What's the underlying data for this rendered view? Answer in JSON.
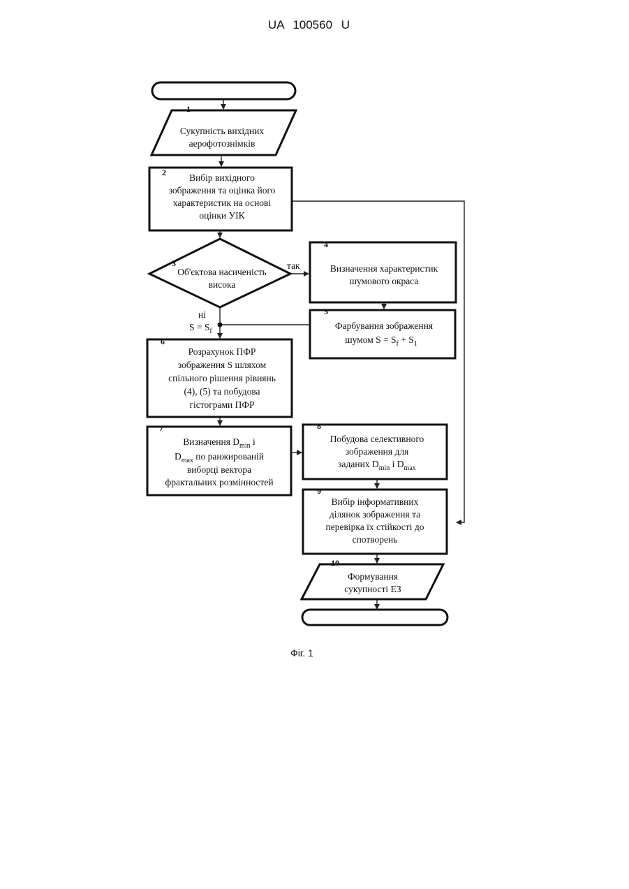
{
  "header": {
    "patent_number": "UA  100560  U"
  },
  "caption": "Фіг. 1",
  "flowchart": {
    "block1": {
      "num": "1",
      "lines": [
        "Сукупність вихідних",
        "аерофотознімків"
      ]
    },
    "block2": {
      "num": "2",
      "lines": [
        "Вибір вихідного",
        "зображення та оцінка його",
        "характеристик на основі",
        "оцінки УІК"
      ]
    },
    "block3": {
      "num": "3",
      "lines": [
        "Об'єктова насиченість",
        "висока"
      ],
      "yes_label": "так",
      "no_label": "ні",
      "junction_label": "S = S",
      "junction_sub": "f"
    },
    "block4": {
      "num": "4",
      "lines": [
        "Визначення характеристик",
        "шумового окраса"
      ]
    },
    "block5": {
      "num": "5",
      "line1": "Фарбування зображення",
      "line2_prefix": "шумом  S = S",
      "line2_sub1": "f",
      "line2_mid": " + S",
      "line2_sub2": "1"
    },
    "block6": {
      "num": "6",
      "lines": [
        "Розрахунок ПФР",
        "зображення S шляхом",
        "спільного рішення рівнянь",
        "(4), (5) та побудова",
        "гістограми ПФР"
      ]
    },
    "block7": {
      "num": "7",
      "line1_prefix": "Визначення  D",
      "line1_sub": "min",
      "line1_suffix": "  і",
      "line2_prefix": "D",
      "line2_sub": "max",
      "line2_suffix": " по ранжированій",
      "line3": "виборці вектора",
      "line4": "фрактальних розмінностей"
    },
    "block8": {
      "num": "8",
      "line1": "Побудова селективного",
      "line2": "зображення для",
      "line3_prefix": "заданих D",
      "line3_sub1": "min",
      "line3_mid": "  і  D",
      "line3_sub2": "max"
    },
    "block9": {
      "num": "9",
      "lines": [
        "Вибір інформативних",
        "ділянок зображення та",
        "перевірка їх стійкості до",
        "спотворень"
      ]
    },
    "block10": {
      "num": "10",
      "lines": [
        "Формування",
        "сукупності ЕЗ"
      ]
    }
  }
}
